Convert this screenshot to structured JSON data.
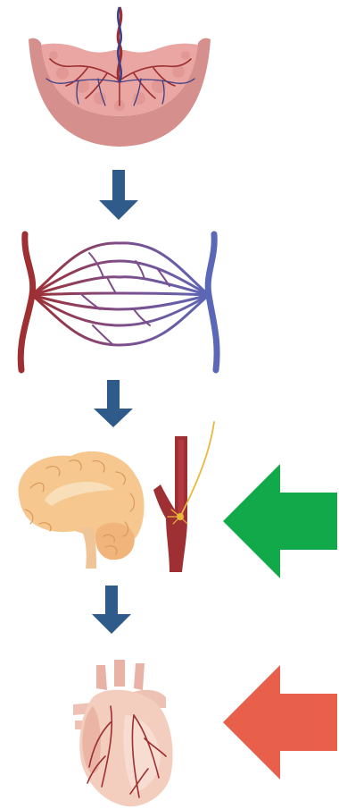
{
  "stages": [
    {
      "id": "placenta",
      "icon": "placenta-icon"
    },
    {
      "id": "capillary-network",
      "icon": "capillary-network-icon"
    },
    {
      "id": "brain-and-carotid",
      "icon": "brain-icon"
    },
    {
      "id": "heart",
      "icon": "heart-icon"
    }
  ],
  "flow_arrows": [
    {
      "from": "placenta",
      "to": "capillary-network"
    },
    {
      "from": "capillary-network",
      "to": "brain-and-carotid"
    },
    {
      "from": "brain-and-carotid",
      "to": "heart"
    }
  ],
  "side_arrows": [
    {
      "target": "brain-and-carotid",
      "direction": "left"
    },
    {
      "target": "heart",
      "direction": "left"
    }
  ],
  "colors": {
    "flow_arrow": "#2f5b8a",
    "side_arrow_brain": "#12a94b",
    "side_arrow_heart": "#e8604b",
    "artery": "#9e2f32",
    "vein": "#5b67b7",
    "placenta_outer": "#d58f8c",
    "placenta_inner": "#e9a6a3",
    "brain": "#f6c890",
    "heart": "#f3cdbd",
    "nerve": "#e8b83a"
  }
}
